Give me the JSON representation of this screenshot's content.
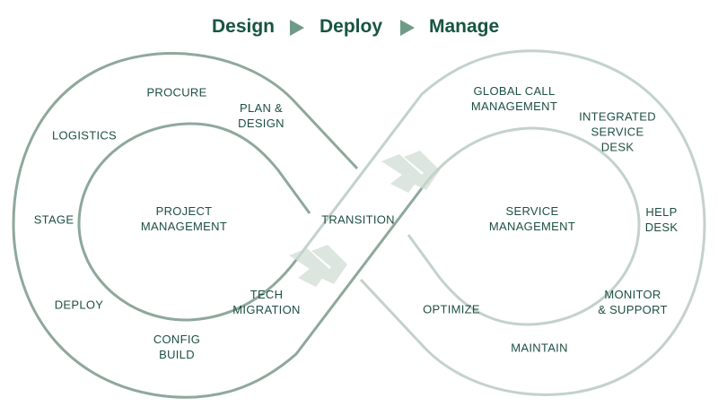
{
  "header": {
    "steps": [
      "Design",
      "Deploy",
      "Manage"
    ]
  },
  "colors": {
    "title": "#17553f",
    "text": "#1d4f43",
    "left_stroke": "#8ea89b",
    "right_stroke": "#c3d2ca",
    "chevron": "#dde5df"
  },
  "left_loop": {
    "center": "PROJECT\nMANAGEMENT",
    "items": [
      "PROCURE",
      "PLAN &\nDESIGN",
      "LOGISTICS",
      "STAGE",
      "DEPLOY",
      "CONFIG\nBUILD",
      "TECH\nMIGRATION"
    ]
  },
  "transition": "TRANSITION",
  "right_loop": {
    "center": "SERVICE\nMANAGEMENT",
    "items": [
      "GLOBAL CALL\nMANAGEMENT",
      "INTEGRATED\nSERVICE\nDESK",
      "HELP\nDESK",
      "MONITOR\n& SUPPORT",
      "MAINTAIN",
      "OPTIMIZE"
    ]
  }
}
